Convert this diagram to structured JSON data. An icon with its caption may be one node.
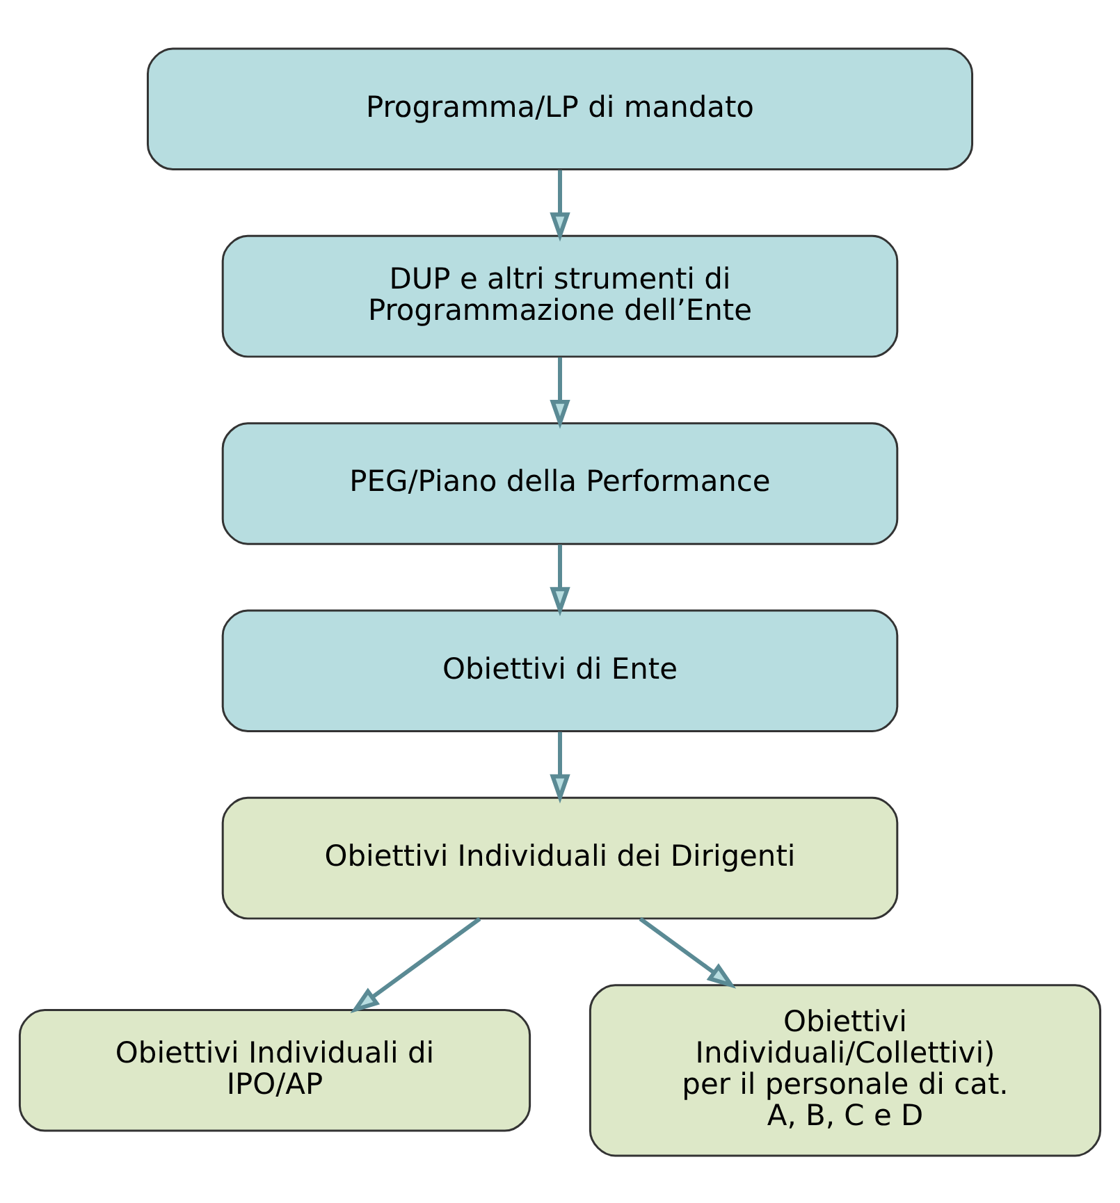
{
  "diagram": {
    "nodes": [
      {
        "text": [
          "Programma/LP di mandato"
        ]
      },
      {
        "text": [
          "DUP e altri strumenti di Programmazione dell’Ente"
        ]
      },
      {
        "text": [
          "PEG/Piano della Performance"
        ]
      },
      {
        "text": [
          "Obiettivi di Ente"
        ]
      },
      {
        "text": [
          "Obiettivi Individuali dei Dirigenti"
        ]
      },
      {
        "text": [
          "Obiettivi Individuali di IPO/AP"
        ]
      },
      {
        "text": [
          "Obiettivi Individuali/Collettivi) per il personale di cat. A, B, C e D"
        ]
      }
    ],
    "edges": [
      {
        "from": 0,
        "to": 1,
        "arrow": "to"
      },
      {
        "from": 1,
        "to": 2,
        "arrow": "to"
      },
      {
        "from": 2,
        "to": 3,
        "arrow": "to"
      },
      {
        "from": 3,
        "to": 4,
        "arrow": "to"
      },
      {
        "from": 4,
        "to": 5,
        "arrow": "to"
      },
      {
        "from": 4,
        "to": 6,
        "arrow": "to"
      }
    ]
  }
}
